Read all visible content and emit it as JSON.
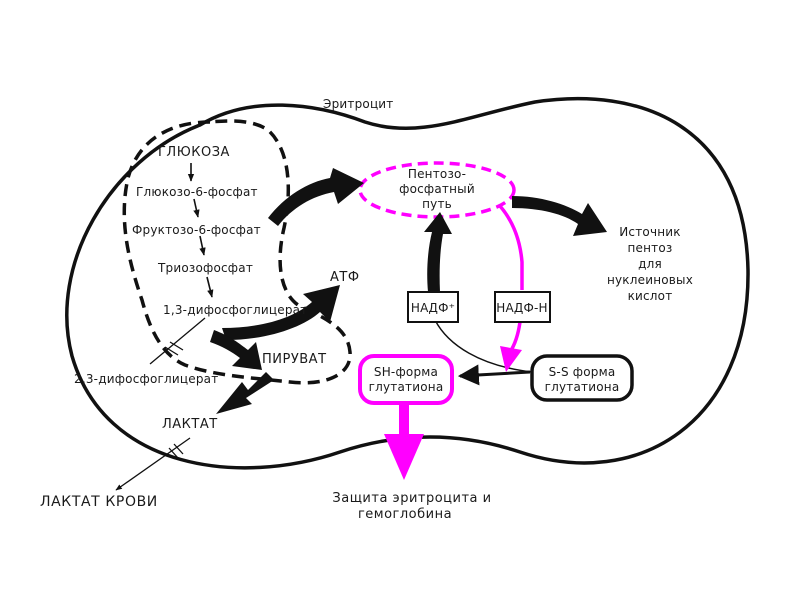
{
  "colors": {
    "ink": "#111111",
    "magenta": "#ff00ff",
    "background": "#ffffff"
  },
  "labels": {
    "cell": "Эритроцит",
    "glucose": "ГЛЮКОЗА",
    "g6p": "Глюкозо-6-фосфат",
    "f6p": "Фруктозо-6-фосфат",
    "triose": "Триозофосфат",
    "bpg13": "1,3-дифосфоглицерат",
    "atp": "АТФ",
    "pyruvate": "ПИРУВАТ",
    "bpg23": "2,3-дифосфоглицерат",
    "lactate": "ЛАКТАТ",
    "lactate_blood": "ЛАКТАТ КРОВИ",
    "ppp_line1": "Пентозо-",
    "ppp_line2": "фосфатный",
    "ppp_line3": "путь",
    "pentose_line1": "Источник",
    "pentose_line2": "пентоз",
    "pentose_line3": "для",
    "pentose_line4": "нуклеиновых",
    "pentose_line5": "кислот",
    "nadp": "НАДФ⁺",
    "nadph": "НАДФ-Н",
    "sh_line1": "SH-форма",
    "sh_line2": "глутатиона",
    "ss_line1": "S-S форма",
    "ss_line2": "глутатиона",
    "protect_line1": "Защита эритроцита и",
    "protect_line2": "гемоглобина"
  }
}
